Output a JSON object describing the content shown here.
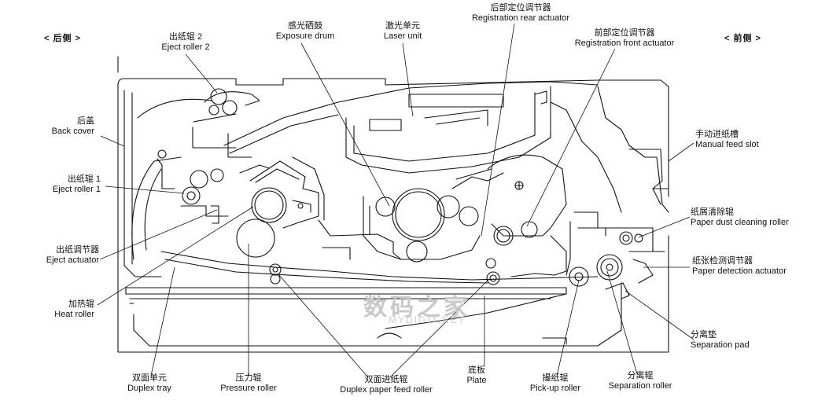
{
  "sides": {
    "rear": "< 后侧 >",
    "front": "< 前侧 >"
  },
  "watermark": {
    "main": "数码之家",
    "sub": "MYDIGIT.NET"
  },
  "labels": {
    "eject_roller_2": {
      "zh": "出纸辊 2",
      "en": "Eject roller 2"
    },
    "exposure_drum": {
      "zh": "感光硒鼓",
      "en": "Exposure drum"
    },
    "laser_unit": {
      "zh": "激光单元",
      "en": "Laser unit"
    },
    "registration_rear": {
      "zh": "后部定位调节器",
      "en": "Registration rear actuator"
    },
    "registration_front": {
      "zh": "前部定位调节器",
      "en": "Registration front actuator"
    },
    "back_cover": {
      "zh": "后盖",
      "en": "Back cover"
    },
    "manual_feed_slot": {
      "zh": "手动进纸槽",
      "en": "Manual feed slot"
    },
    "eject_roller_1": {
      "zh": "出纸辊 1",
      "en": "Eject roller 1"
    },
    "paper_dust": {
      "zh": "纸屑清除辊",
      "en": "Paper dust cleaning roller"
    },
    "eject_actuator": {
      "zh": "出纸调节器",
      "en": "Eject actuator"
    },
    "paper_detection": {
      "zh": "纸张检测调节器",
      "en": "Paper detection actuator"
    },
    "heat_roller": {
      "zh": "加热辊",
      "en": "Heat roller"
    },
    "separation_pad": {
      "zh": "分离垫",
      "en": "Separation pad"
    },
    "duplex_tray": {
      "zh": "双面单元",
      "en": "Duplex tray"
    },
    "pressure_roller": {
      "zh": "压力辊",
      "en": "Pressure roller"
    },
    "duplex_feed": {
      "zh": "双面进纸辊",
      "en": "Duplex paper feed roller"
    },
    "plate": {
      "zh": "底板",
      "en": "Plate"
    },
    "pickup_roller": {
      "zh": "撮纸辊",
      "en": "Pick-up roller"
    },
    "separation_roller": {
      "zh": "分离辊",
      "en": "Separation roller"
    }
  }
}
